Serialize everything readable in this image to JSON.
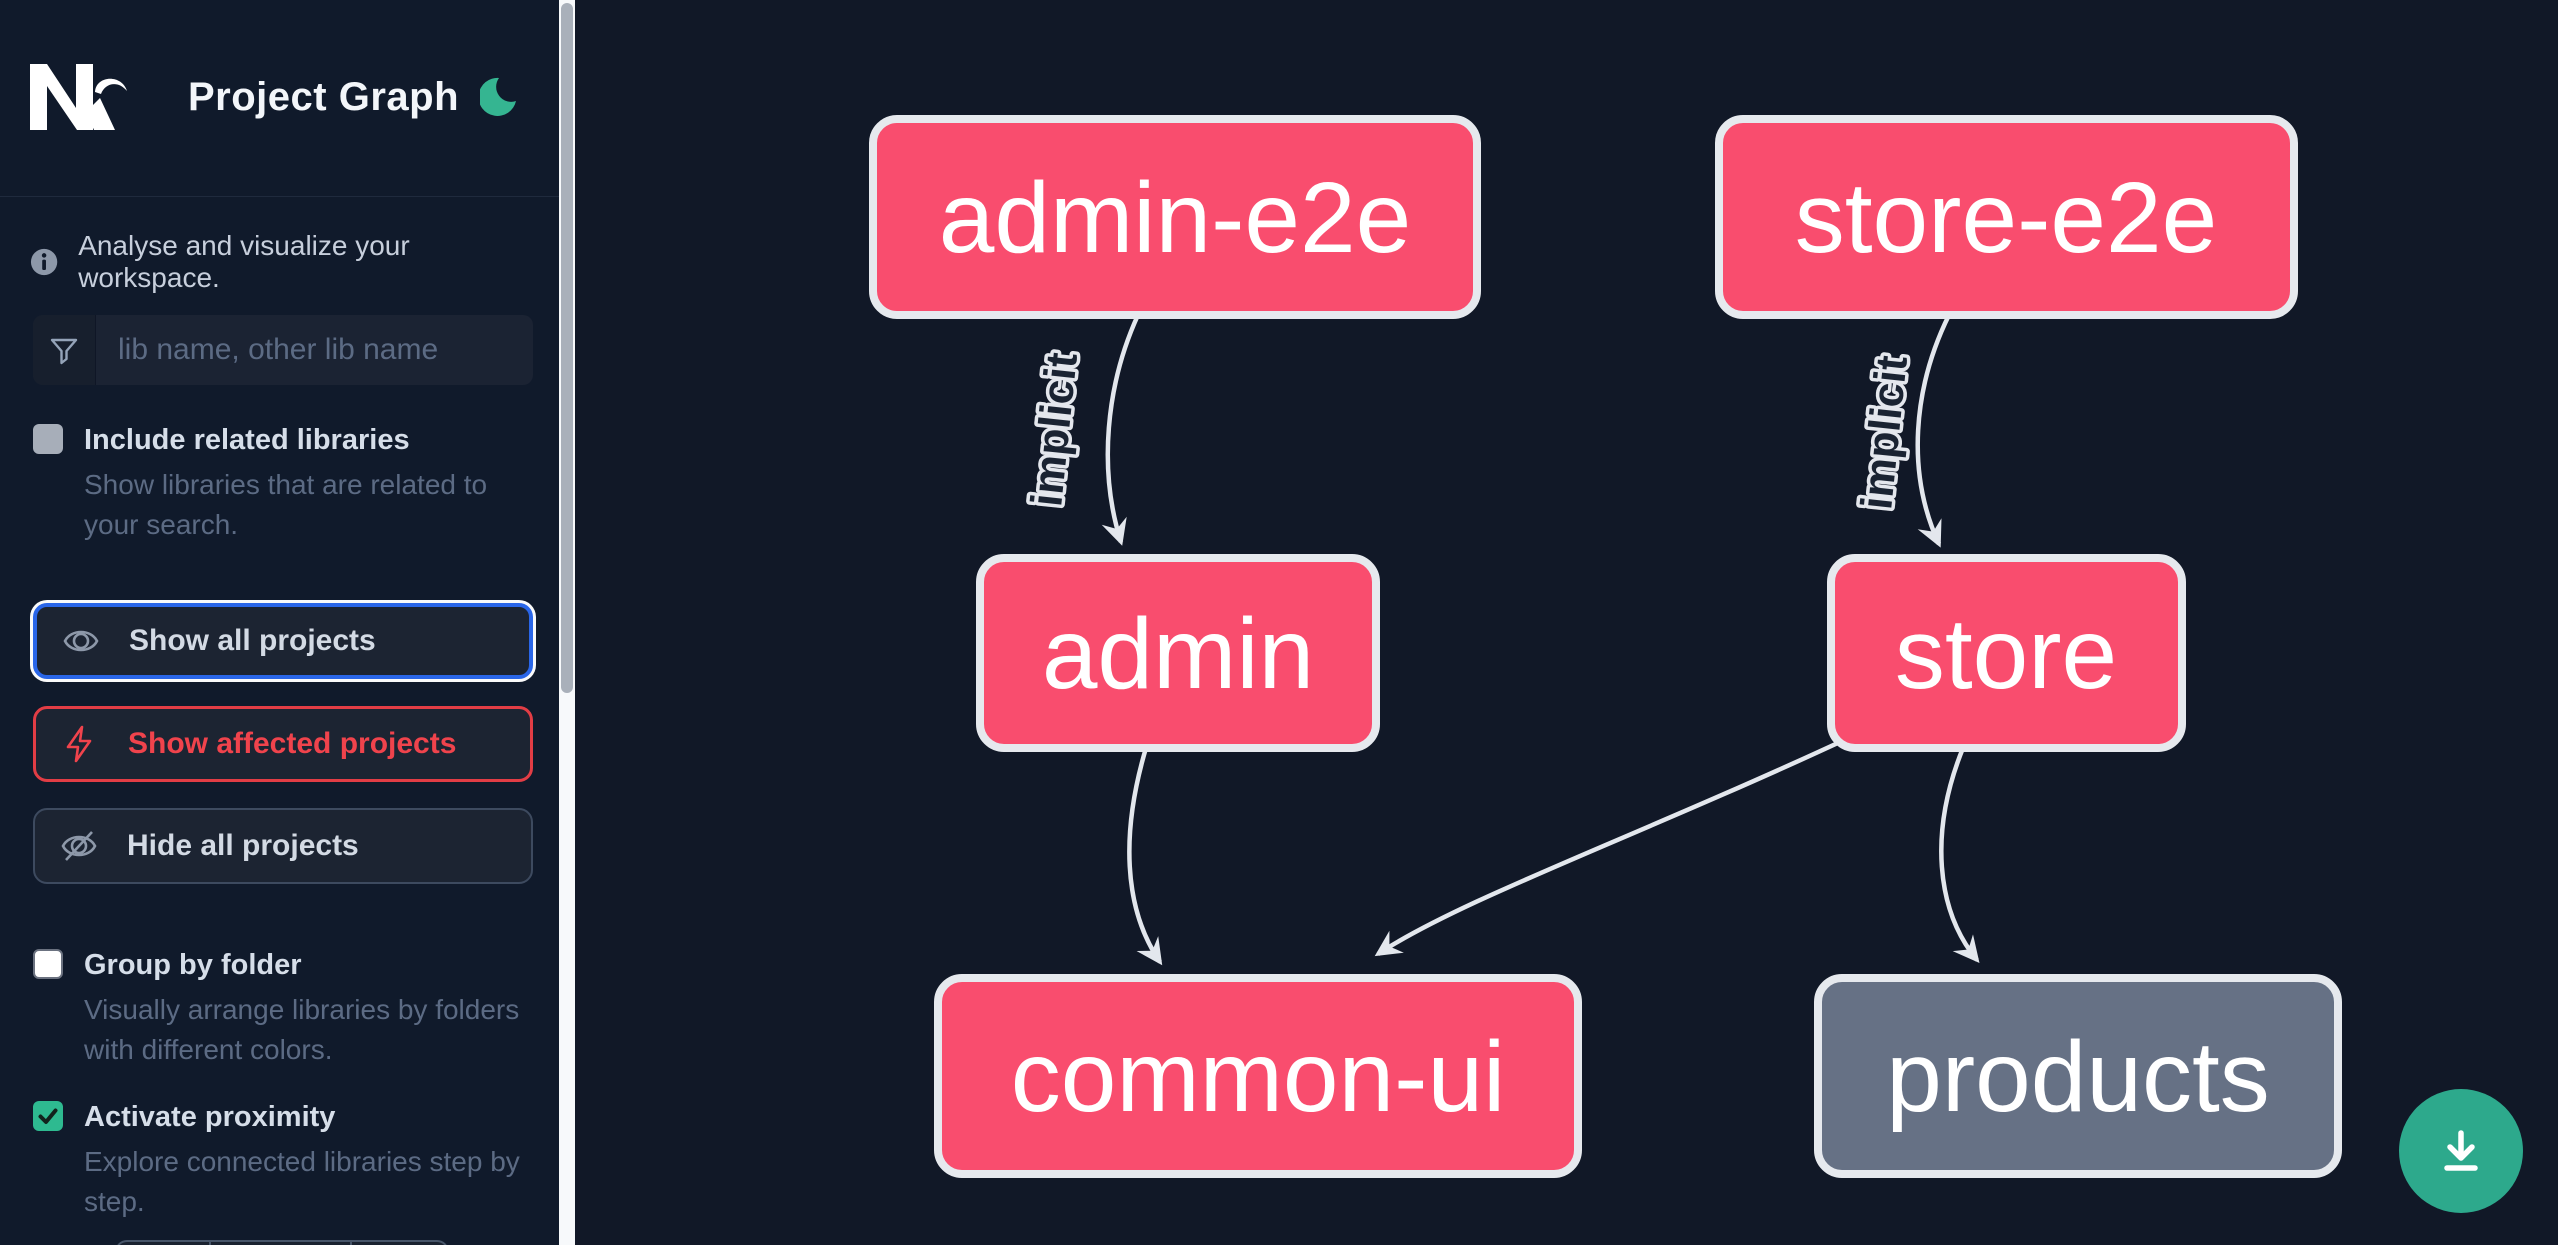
{
  "app": {
    "title": "Project Graph"
  },
  "intro": {
    "text": "Analyse and visualize your workspace."
  },
  "search": {
    "placeholder": "lib name, other lib name",
    "value": ""
  },
  "filters": {
    "include_related": {
      "label": "Include related libraries",
      "description": "Show libraries that are related to your search.",
      "checked": false
    },
    "group_by_folder": {
      "label": "Group by folder",
      "description": "Visually arrange libraries by folders with different colors.",
      "checked": false
    },
    "activate_proximity": {
      "label": "Activate proximity",
      "description": "Explore connected libraries step by step.",
      "checked": true
    }
  },
  "actions": {
    "show_all": {
      "label": "Show all projects",
      "state": "focused"
    },
    "show_affected": {
      "label": "Show affected projects",
      "variant": "affected"
    },
    "hide_all": {
      "label": "Hide all projects"
    }
  },
  "graph": {
    "nodes": [
      {
        "id": "admin-e2e",
        "label": "admin-e2e",
        "color": "pink"
      },
      {
        "id": "store-e2e",
        "label": "store-e2e",
        "color": "pink"
      },
      {
        "id": "admin",
        "label": "admin",
        "color": "pink"
      },
      {
        "id": "store",
        "label": "store",
        "color": "pink"
      },
      {
        "id": "common-ui",
        "label": "common-ui",
        "color": "pink"
      },
      {
        "id": "products",
        "label": "products",
        "color": "gray"
      }
    ],
    "edges": [
      {
        "source": "admin-e2e",
        "target": "admin",
        "label": "implicit"
      },
      {
        "source": "store-e2e",
        "target": "store",
        "label": "implicit"
      },
      {
        "source": "admin",
        "target": "common-ui",
        "label": ""
      },
      {
        "source": "store",
        "target": "common-ui",
        "label": ""
      },
      {
        "source": "store",
        "target": "products",
        "label": ""
      }
    ]
  },
  "icons": {
    "logo": "nx-logo",
    "theme": "moon-icon",
    "info": "info-icon",
    "search": "filter-icon",
    "show_all": "eye-icon",
    "show_affected": "bolt-icon",
    "hide_all": "eye-off-icon",
    "export": "download-icon"
  },
  "colors": {
    "sidebar_bg": "#101a2b",
    "canvas_bg": "#111827",
    "node_pink": "#f94d6e",
    "node_gray": "#667185",
    "node_border": "#e6e9ee",
    "edge": "#e3e7ed",
    "focus_blue": "#2a66e8",
    "affected_red": "#ef4146",
    "accent_green": "#2eba90",
    "export_green": "#2da98c"
  }
}
